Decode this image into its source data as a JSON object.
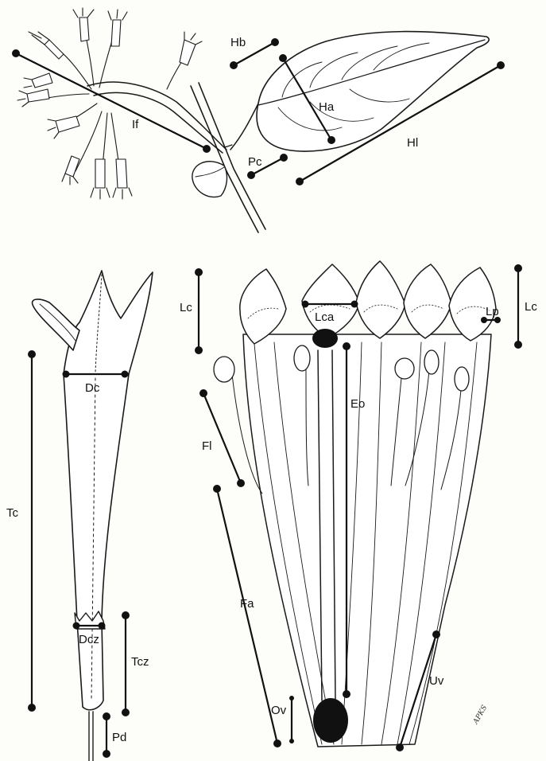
{
  "labels": {
    "hb": "Hb",
    "ha": "Ha",
    "hl": "Hl",
    "if": "If",
    "pc": "Pc",
    "lc_left": "Lc",
    "lc_right": "Lc",
    "lca": "Lca",
    "lp": "Lp",
    "dc": "Dc",
    "fl": "Fl",
    "eo": "Eo",
    "tc": "Tc",
    "fa": "Fa",
    "dcz": "Dcz",
    "tcz": "Tcz",
    "uv": "Uv",
    "ov": "Ov",
    "pd": "Pd"
  },
  "signature": "APKS"
}
